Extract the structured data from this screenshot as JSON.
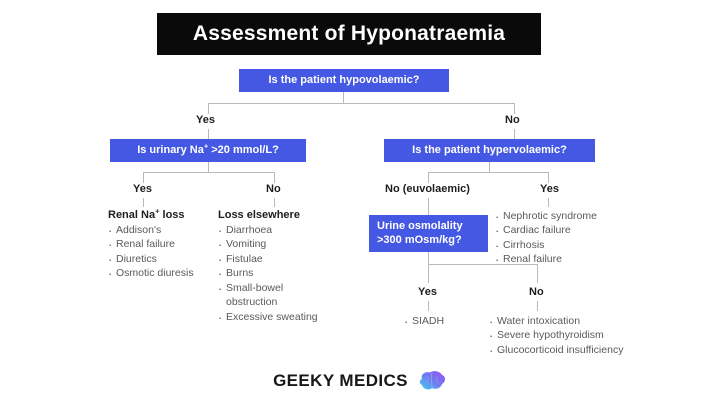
{
  "title": "Assessment of Hyponatraemia",
  "nodes": {
    "hypovolaemic": "Is the patient hypovolaemic?",
    "urinary_na": "Is urinary Na⁺ >20 mmol/L?",
    "hypervolaemic": "Is the patient hypervolaemic?",
    "urine_osmolality_line1": "Urine osmolality",
    "urine_osmolality_line2": ">300 mOsm/kg?"
  },
  "branch_labels": {
    "root_yes": "Yes",
    "root_no": "No",
    "urinary_yes": "Yes",
    "urinary_no": "No",
    "hyper_no": "No (euvolaemic)",
    "hyper_yes": "Yes",
    "osm_yes": "Yes",
    "osm_no": "No"
  },
  "leaves": {
    "renal_na_loss": {
      "heading": "Renal Na⁺ loss",
      "items": [
        "Addison's",
        "Renal failure",
        "Diuretics",
        "Osmotic diuresis"
      ]
    },
    "loss_elsewhere": {
      "heading": "Loss elsewhere",
      "items": [
        "Diarrhoea",
        "Vomiting",
        "Fistulae",
        "Burns",
        "Small-bowel obstruction",
        "Excessive sweating"
      ]
    },
    "hypervolaemic_yes": {
      "heading": "",
      "items": [
        "Nephrotic syndrome",
        "Cardiac failure",
        "Cirrhosis",
        "Renal failure"
      ]
    },
    "osmolality_yes": {
      "heading": "",
      "items": [
        "SIADH"
      ]
    },
    "osmolality_no": {
      "heading": "",
      "items": [
        "Water intoxication",
        "Severe hypothyroidism",
        "Glucocorticoid insufficiency"
      ]
    }
  },
  "footer": {
    "brand": "GEEKY MEDICS",
    "logo": "brain-icon"
  },
  "colors": {
    "node_blue": "#4558e4",
    "title_bar": "#0a0a0a",
    "connector": "#b9b9bd",
    "body_text": "#5a5a5e",
    "heading_text": "#1e1e1e",
    "background": "#ffffff",
    "logo_gradient_start": "#3fd2f0",
    "logo_gradient_end": "#9b4df0"
  }
}
